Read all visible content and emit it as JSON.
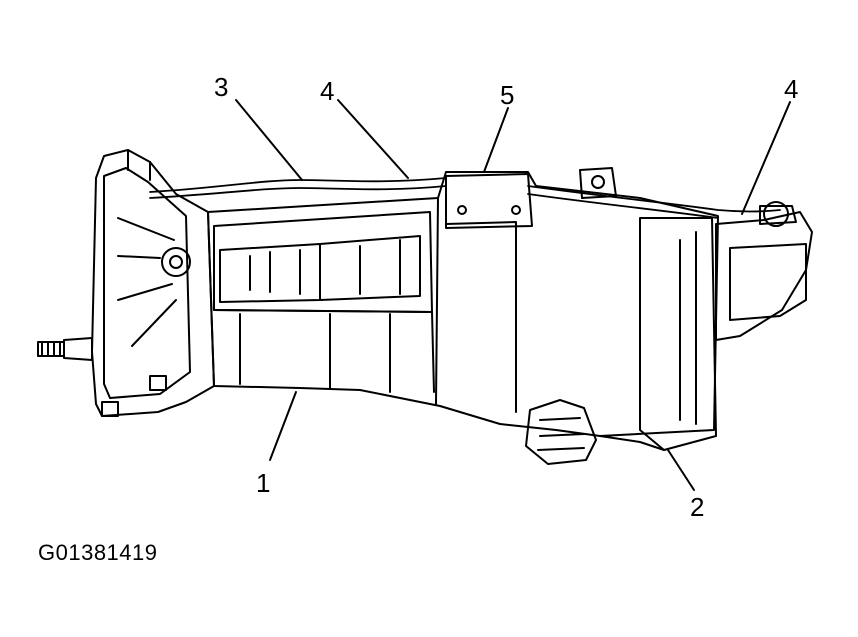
{
  "figure_id": "G01381419",
  "callouts": [
    {
      "id": "c3",
      "label": "3"
    },
    {
      "id": "c4a",
      "label": "4"
    },
    {
      "id": "c5",
      "label": "5"
    },
    {
      "id": "c4b",
      "label": "4"
    },
    {
      "id": "c1",
      "label": "1"
    },
    {
      "id": "c2",
      "label": "2"
    }
  ],
  "colors": {
    "line": "#000000",
    "background": "#ffffff"
  }
}
